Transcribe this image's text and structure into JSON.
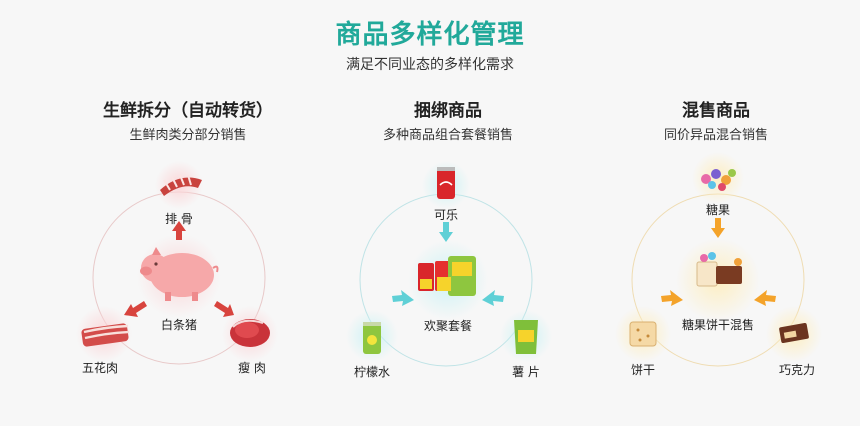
{
  "header": {
    "title": "商品多样化管理",
    "subtitle": "满足不同业态的多样化需求"
  },
  "columns": [
    {
      "title": "生鲜拆分（自动转货）",
      "subtitle": "生鲜肉类分部分销售",
      "center_label": "白条猪",
      "items": [
        "排 骨",
        "五花肉",
        "瘦 肉"
      ],
      "accent": "#e0514b"
    },
    {
      "title": "捆绑商品",
      "subtitle": "多种商品组合套餐销售",
      "center_label": "欢聚套餐",
      "items": [
        "可乐",
        "柠檬水",
        "薯 片"
      ],
      "accent": "#5fd0d6"
    },
    {
      "title": "混售商品",
      "subtitle": "同价异品混合销售",
      "center_label": "糖果饼干混售",
      "items": [
        "糖果",
        "饼干",
        "巧克力"
      ],
      "accent": "#f4a32a"
    }
  ]
}
